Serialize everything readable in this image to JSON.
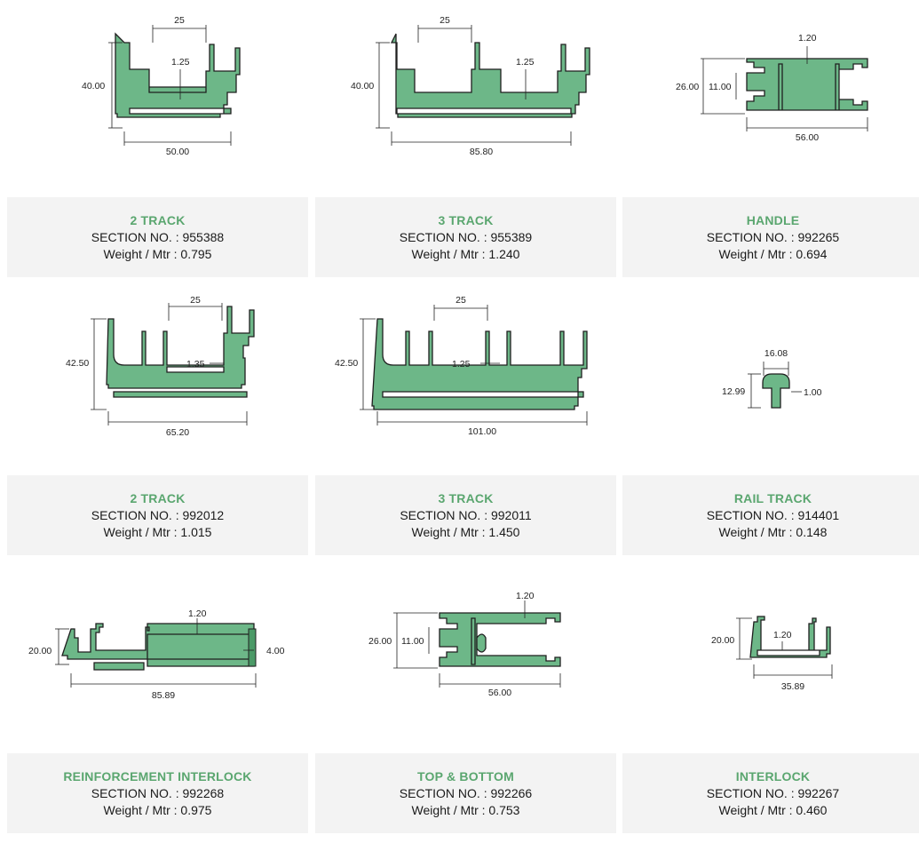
{
  "colors": {
    "accent": "#5aa66f",
    "profile_fill": "#6db788",
    "caption_bg": "#f3f3f3"
  },
  "sections": [
    {
      "name": "2 TRACK",
      "section": "SECTION NO. : 955388",
      "weight": "Weight / Mtr : 0.795",
      "dims": [
        "25",
        "1.25",
        "40.00",
        "50.00"
      ]
    },
    {
      "name": "3 TRACK",
      "section": "SECTION NO. : 955389",
      "weight": "Weight / Mtr : 1.240",
      "dims": [
        "25",
        "1.25",
        "40.00",
        "85.80"
      ]
    },
    {
      "name": "HANDLE",
      "section": "SECTION NO. : 992265",
      "weight": "Weight / Mtr : 0.694",
      "dims": [
        "1.20",
        "26.00",
        "11.00",
        "56.00"
      ]
    },
    {
      "name": "2 TRACK",
      "section": "SECTION NO. : 992012",
      "weight": "Weight / Mtr : 1.015",
      "dims": [
        "25",
        "1.35",
        "42.50",
        "65.20"
      ]
    },
    {
      "name": "3 TRACK",
      "section": "SECTION NO. : 992011",
      "weight": "Weight / Mtr : 1.450",
      "dims": [
        "25",
        "1.25",
        "42.50",
        "101.00"
      ]
    },
    {
      "name": "RAIL TRACK",
      "section": "SECTION NO. : 914401",
      "weight": "Weight / Mtr : 0.148",
      "dims": [
        "16.08",
        "12.99",
        "1.00"
      ]
    },
    {
      "name": "REINFORCEMENT INTERLOCK",
      "section": "SECTION NO. : 992268",
      "weight": "Weight / Mtr : 0.975",
      "dims": [
        "1.20",
        "20.00",
        "4.00",
        "85.89"
      ]
    },
    {
      "name": "TOP & BOTTOM",
      "section": "SECTION NO. : 992266",
      "weight": "Weight / Mtr : 0.753",
      "dims": [
        "1.20",
        "26.00",
        "11.00",
        "56.00"
      ]
    },
    {
      "name": "INTERLOCK",
      "section": "SECTION NO. : 992267",
      "weight": "Weight / Mtr : 0.460",
      "dims": [
        "20.00",
        "1.20",
        "35.89"
      ]
    }
  ]
}
